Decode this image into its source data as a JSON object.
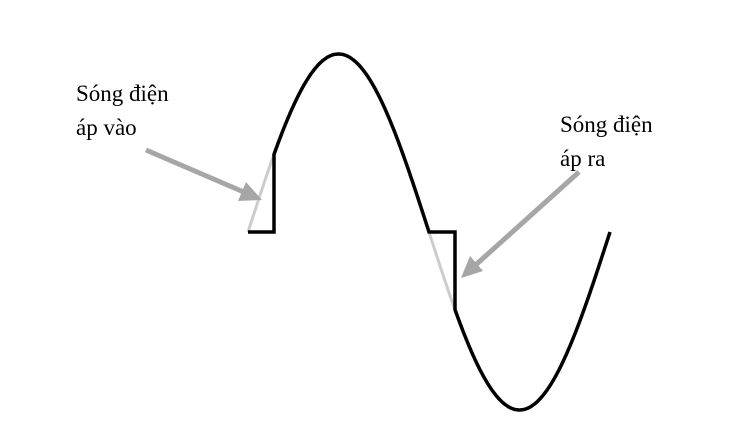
{
  "labels": {
    "input_wave": {
      "line1": "Sóng điện",
      "line2": "áp vào"
    },
    "output_wave": {
      "line1": "Sóng điện",
      "line2": "áp ra"
    }
  },
  "colors": {
    "input_wave": "#cccccc",
    "output_wave": "#000000",
    "arrow": "#a6a6a6",
    "text": "#000000",
    "background": "#ffffff"
  }
}
